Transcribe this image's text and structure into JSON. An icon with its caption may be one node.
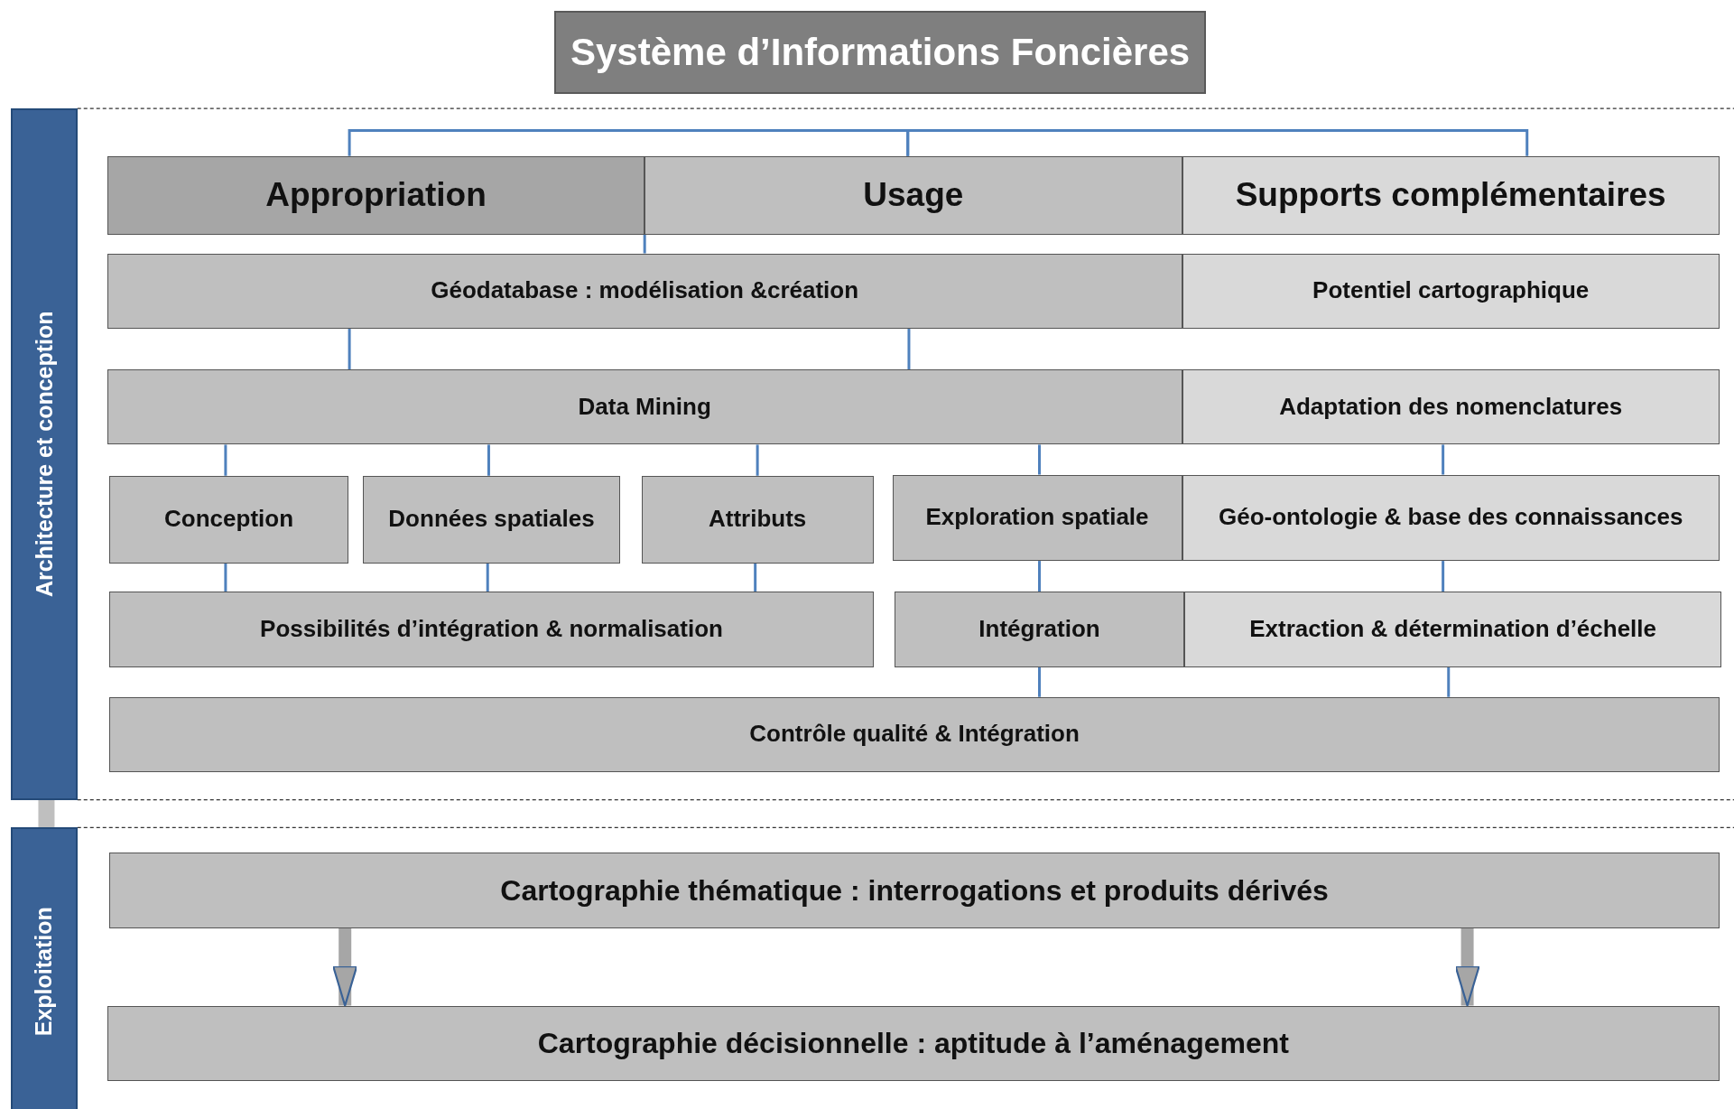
{
  "diagram": {
    "title": "Système d’Informations Foncières",
    "nodes": [
      {
        "text": [
          "Architecture et conception"
        ]
      },
      {
        "text": [
          "Exploitation"
        ]
      },
      {
        "text": [
          "Appropriation"
        ]
      },
      {
        "text": [
          "Usage"
        ]
      },
      {
        "text": [
          "Supports complémentaires"
        ]
      },
      {
        "text": [
          "Géodatabase : modélisation &création"
        ]
      },
      {
        "text": [
          "Potentiel cartographique"
        ]
      },
      {
        "text": [
          "Data Mining"
        ]
      },
      {
        "text": [
          "Adaptation des nomenclatures"
        ]
      },
      {
        "text": [
          "Conception"
        ]
      },
      {
        "text": [
          "Données spatiales"
        ]
      },
      {
        "text": [
          "Attributs"
        ]
      },
      {
        "text": [
          "Exploration spatiale"
        ]
      },
      {
        "text": [
          "Géo-ontologie & base des connaissances"
        ]
      },
      {
        "text": [
          "Possibilités d’intégration & normalisation"
        ]
      },
      {
        "text": [
          "Intégration"
        ]
      },
      {
        "text": [
          "Extraction & détermination d’échelle"
        ]
      },
      {
        "text": [
          "Contrôle qualité & Intégration"
        ]
      },
      {
        "text": [
          "Cartographie thématique : interrogations et produits dérivés"
        ]
      },
      {
        "text": [
          "Cartographie décisionnelle : aptitude à l’aménagement"
        ]
      }
    ],
    "edges": [
      {
        "from": 2,
        "to": 3,
        "arrow": "none"
      },
      {
        "from": 3,
        "to": 4,
        "arrow": "none"
      },
      {
        "from": 3,
        "to": 5,
        "arrow": "none"
      },
      {
        "from": 5,
        "to": 7,
        "arrow": "none"
      },
      {
        "from": 5,
        "to": 7,
        "arrow": "none"
      },
      {
        "from": 7,
        "to": 9,
        "arrow": "none"
      },
      {
        "from": 7,
        "to": 10,
        "arrow": "none"
      },
      {
        "from": 7,
        "to": 11,
        "arrow": "none"
      },
      {
        "from": 7,
        "to": 12,
        "arrow": "none"
      },
      {
        "from": 8,
        "to": 13,
        "arrow": "none"
      },
      {
        "from": 9,
        "to": 14,
        "arrow": "none"
      },
      {
        "from": 10,
        "to": 14,
        "arrow": "none"
      },
      {
        "from": 11,
        "to": 14,
        "arrow": "none"
      },
      {
        "from": 12,
        "to": 15,
        "arrow": "none"
      },
      {
        "from": 13,
        "to": 16,
        "arrow": "none"
      },
      {
        "from": 15,
        "to": 17,
        "arrow": "none"
      },
      {
        "from": 16,
        "to": 17,
        "arrow": "none"
      },
      {
        "from": 18,
        "to": 19,
        "arrow": "to",
        "style": "thick",
        "color": "#a6a6a6"
      },
      {
        "from": 18,
        "to": 19,
        "arrow": "to",
        "style": "thick",
        "color": "#a6a6a6"
      },
      {
        "from": 0,
        "to": 1,
        "arrow": "none",
        "style": "thick",
        "color": "#bfbfbf"
      }
    ]
  }
}
